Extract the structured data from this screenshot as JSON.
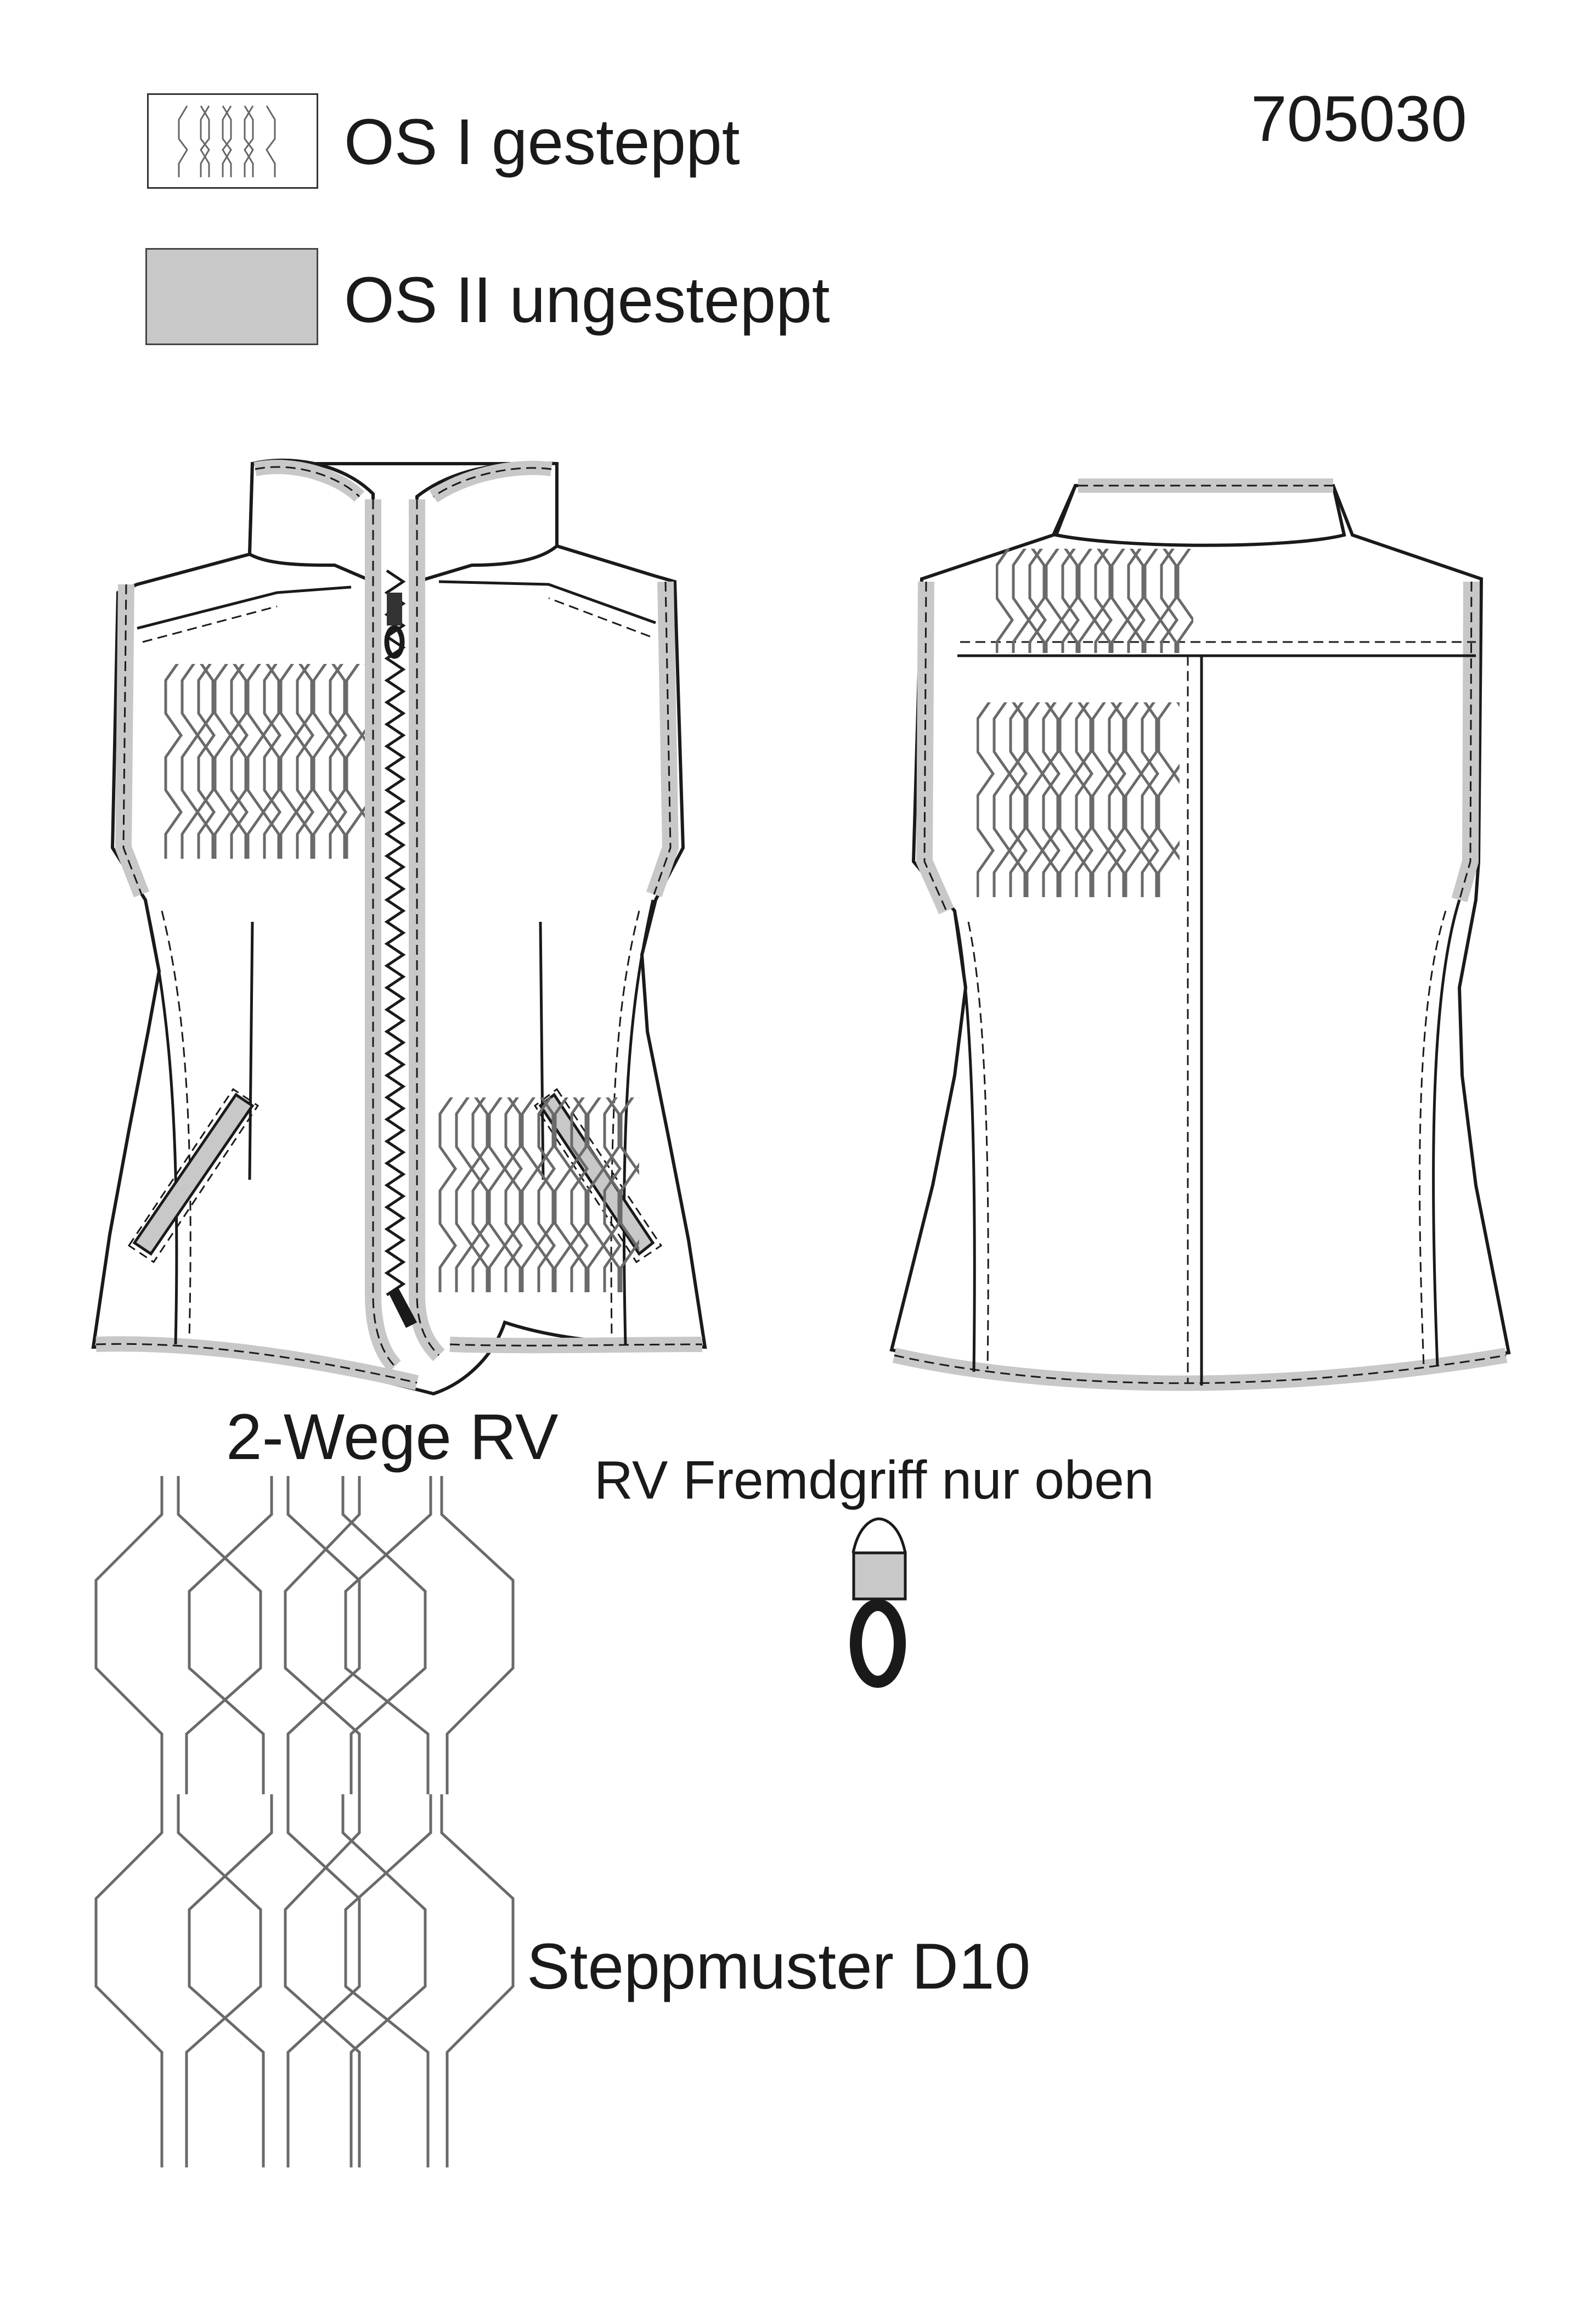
{
  "legend": [
    {
      "label": "OS I gesteppt",
      "swatch": "quilt-pattern",
      "fill": "#ffffff"
    },
    {
      "label": "OS II ungesteppt",
      "swatch": "solid",
      "fill": "#c8c8c8"
    }
  ],
  "article_number": "705030",
  "annotations": {
    "zipper": "2-Wege RV",
    "puller": "RV Fremdgriff nur oben",
    "quilt_pattern": "Steppmuster D10"
  },
  "colors": {
    "outline": "#1a1a1a",
    "binding": "#c8c8c8",
    "quilt_lines": "#666666",
    "background": "#ffffff"
  }
}
